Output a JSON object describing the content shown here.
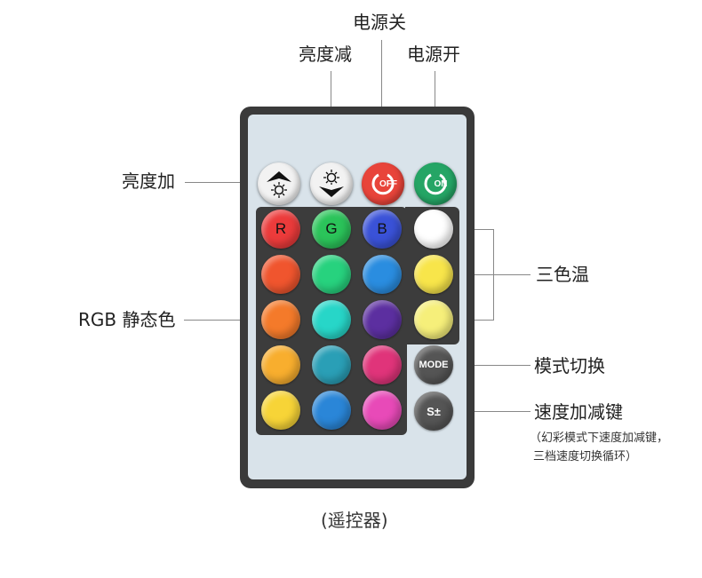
{
  "labels": {
    "power_off": "电源关",
    "brightness_down": "亮度减",
    "power_on": "电源开",
    "brightness_up": "亮度加",
    "rgb_static": "RGB 静态色",
    "three_temps": "三色温",
    "mode_switch": "模式切换",
    "speed_key": "速度加减键",
    "speed_note_line1": "（幻彩模式下速度加减键，",
    "speed_note_line2": "三档速度切换循环）",
    "caption": "(遥控器)"
  },
  "remote": {
    "off_label": "OFF",
    "on_label": "ON",
    "mode_label": "MODE",
    "speed_label": "S±",
    "r_label": "R",
    "g_label": "G",
    "b_label": "B",
    "colors": {
      "off_button": "#e8443a",
      "on_button": "#25a565",
      "bright_button": "#f2f2f2",
      "white": "#ffffff",
      "warm": "#f6ef5f",
      "dark": "#555555"
    },
    "grid_colors": [
      [
        "#ec3b3b",
        "#2bc45a",
        "#3a52d8"
      ],
      [
        "#f0552e",
        "#27d27e",
        "#2a8de0"
      ],
      [
        "#f47a2a",
        "#27d6c8",
        "#5c2fa0"
      ],
      [
        "#f8ae2e",
        "#2a9fb6",
        "#e0347a"
      ],
      [
        "#f7d437",
        "#2a86d8",
        "#e84ab8"
      ]
    ]
  }
}
